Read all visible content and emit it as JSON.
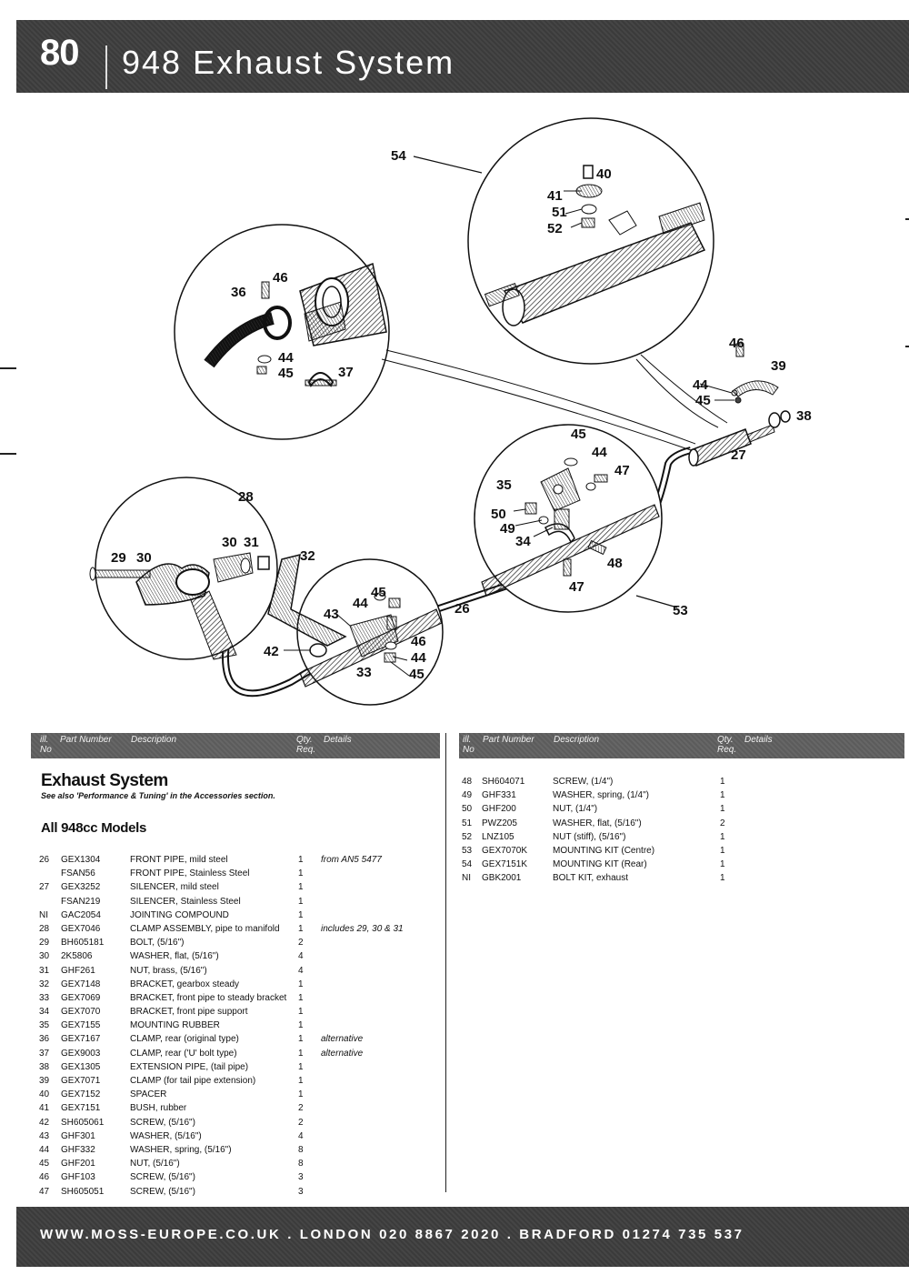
{
  "header": {
    "page_number": "80",
    "title": "948 Exhaust System"
  },
  "diagram": {
    "callouts": [
      "54",
      "40",
      "41",
      "51",
      "52",
      "36",
      "46",
      "44",
      "45",
      "37",
      "46",
      "39",
      "44",
      "45",
      "38",
      "27",
      "45",
      "44",
      "47",
      "35",
      "50",
      "49",
      "34",
      "48",
      "47",
      "53",
      "28",
      "30",
      "31",
      "29",
      "30",
      "32",
      "45",
      "44",
      "43",
      "46",
      "42",
      "44",
      "33",
      "45",
      "26"
    ]
  },
  "table_header": {
    "ill_no": "ill. No",
    "ill": "ill.",
    "no": "No",
    "part_number": "Part Number",
    "description": "Description",
    "qty": "Qty.",
    "req": "Req.",
    "details": "Details"
  },
  "section": {
    "title": "Exhaust System",
    "subtitle": "See also 'Performance & Tuning' in the Accessories section.",
    "group": "All 948cc Models"
  },
  "left_parts": [
    {
      "ill": "26",
      "part": "GEX1304",
      "desc": "FRONT PIPE, mild steel",
      "qty": "1",
      "details": "from AN5 5477"
    },
    {
      "ill": "",
      "part": "FSAN56",
      "desc": "FRONT PIPE, Stainless Steel",
      "qty": "1",
      "details": ""
    },
    {
      "ill": "27",
      "part": "GEX3252",
      "desc": "SILENCER, mild steel",
      "qty": "1",
      "details": ""
    },
    {
      "ill": "",
      "part": "FSAN219",
      "desc": "SILENCER, Stainless Steel",
      "qty": "1",
      "details": ""
    },
    {
      "ill": "NI",
      "part": "GAC2054",
      "desc": "JOINTING COMPOUND",
      "qty": "1",
      "details": ""
    },
    {
      "ill": "28",
      "part": "GEX7046",
      "desc": "CLAMP ASSEMBLY, pipe to manifold",
      "qty": "1",
      "details": "includes 29, 30 & 31"
    },
    {
      "ill": "29",
      "part": "BH605181",
      "desc": "BOLT, (5/16\")",
      "qty": "2",
      "details": ""
    },
    {
      "ill": "30",
      "part": "2K5806",
      "desc": "WASHER, flat, (5/16\")",
      "qty": "4",
      "details": ""
    },
    {
      "ill": "31",
      "part": "GHF261",
      "desc": "NUT, brass, (5/16\")",
      "qty": "4",
      "details": ""
    },
    {
      "ill": "32",
      "part": "GEX7148",
      "desc": "BRACKET, gearbox steady",
      "qty": "1",
      "details": ""
    },
    {
      "ill": "33",
      "part": "GEX7069",
      "desc": "BRACKET, front pipe to steady bracket",
      "qty": "1",
      "details": ""
    },
    {
      "ill": "34",
      "part": "GEX7070",
      "desc": "BRACKET, front pipe support",
      "qty": "1",
      "details": ""
    },
    {
      "ill": "35",
      "part": "GEX7155",
      "desc": "MOUNTING RUBBER",
      "qty": "1",
      "details": ""
    },
    {
      "ill": "36",
      "part": "GEX7167",
      "desc": "CLAMP, rear (original type)",
      "qty": "1",
      "details": "alternative"
    },
    {
      "ill": "37",
      "part": "GEX9003",
      "desc": "CLAMP, rear ('U' bolt type)",
      "qty": "1",
      "details": "alternative"
    },
    {
      "ill": "38",
      "part": "GEX1305",
      "desc": "EXTENSION PIPE, (tail pipe)",
      "qty": "1",
      "details": ""
    },
    {
      "ill": "39",
      "part": "GEX7071",
      "desc": "CLAMP (for tail pipe extension)",
      "qty": "1",
      "details": ""
    },
    {
      "ill": "40",
      "part": "GEX7152",
      "desc": "SPACER",
      "qty": "1",
      "details": ""
    },
    {
      "ill": "41",
      "part": "GEX7151",
      "desc": "BUSH, rubber",
      "qty": "2",
      "details": ""
    },
    {
      "ill": "42",
      "part": "SH605061",
      "desc": "SCREW, (5/16\")",
      "qty": "2",
      "details": ""
    },
    {
      "ill": "43",
      "part": "GHF301",
      "desc": "WASHER, (5/16\")",
      "qty": "4",
      "details": ""
    },
    {
      "ill": "44",
      "part": "GHF332",
      "desc": "WASHER, spring, (5/16\")",
      "qty": "8",
      "details": ""
    },
    {
      "ill": "45",
      "part": "GHF201",
      "desc": "NUT, (5/16\")",
      "qty": "8",
      "details": ""
    },
    {
      "ill": "46",
      "part": "GHF103",
      "desc": "SCREW, (5/16\")",
      "qty": "3",
      "details": ""
    },
    {
      "ill": "47",
      "part": "SH605051",
      "desc": "SCREW, (5/16\")",
      "qty": "3",
      "details": ""
    }
  ],
  "right_parts": [
    {
      "ill": "48",
      "part": "SH604071",
      "desc": "SCREW, (1/4\")",
      "qty": "1",
      "details": ""
    },
    {
      "ill": "49",
      "part": "GHF331",
      "desc": "WASHER, spring, (1/4\")",
      "qty": "1",
      "details": ""
    },
    {
      "ill": "50",
      "part": "GHF200",
      "desc": "NUT, (1/4\")",
      "qty": "1",
      "details": ""
    },
    {
      "ill": "51",
      "part": "PWZ205",
      "desc": "WASHER, flat, (5/16\")",
      "qty": "2",
      "details": ""
    },
    {
      "ill": "52",
      "part": "LNZ105",
      "desc": "NUT (stiff), (5/16\")",
      "qty": "1",
      "details": ""
    },
    {
      "ill": "53",
      "part": "GEX7070K",
      "desc": "MOUNTING KIT (Centre)",
      "qty": "1",
      "details": ""
    },
    {
      "ill": "54",
      "part": "GEX7151K",
      "desc": "MOUNTING KIT (Rear)",
      "qty": "1",
      "details": ""
    },
    {
      "ill": "NI",
      "part": "GBK2001",
      "desc": "BOLT KIT, exhaust",
      "qty": "1",
      "details": ""
    }
  ],
  "footer": {
    "text": "WWW.MOSS-EUROPE.CO.UK . LONDON 020 8867 2020 . BRADFORD 01274 735 537"
  }
}
